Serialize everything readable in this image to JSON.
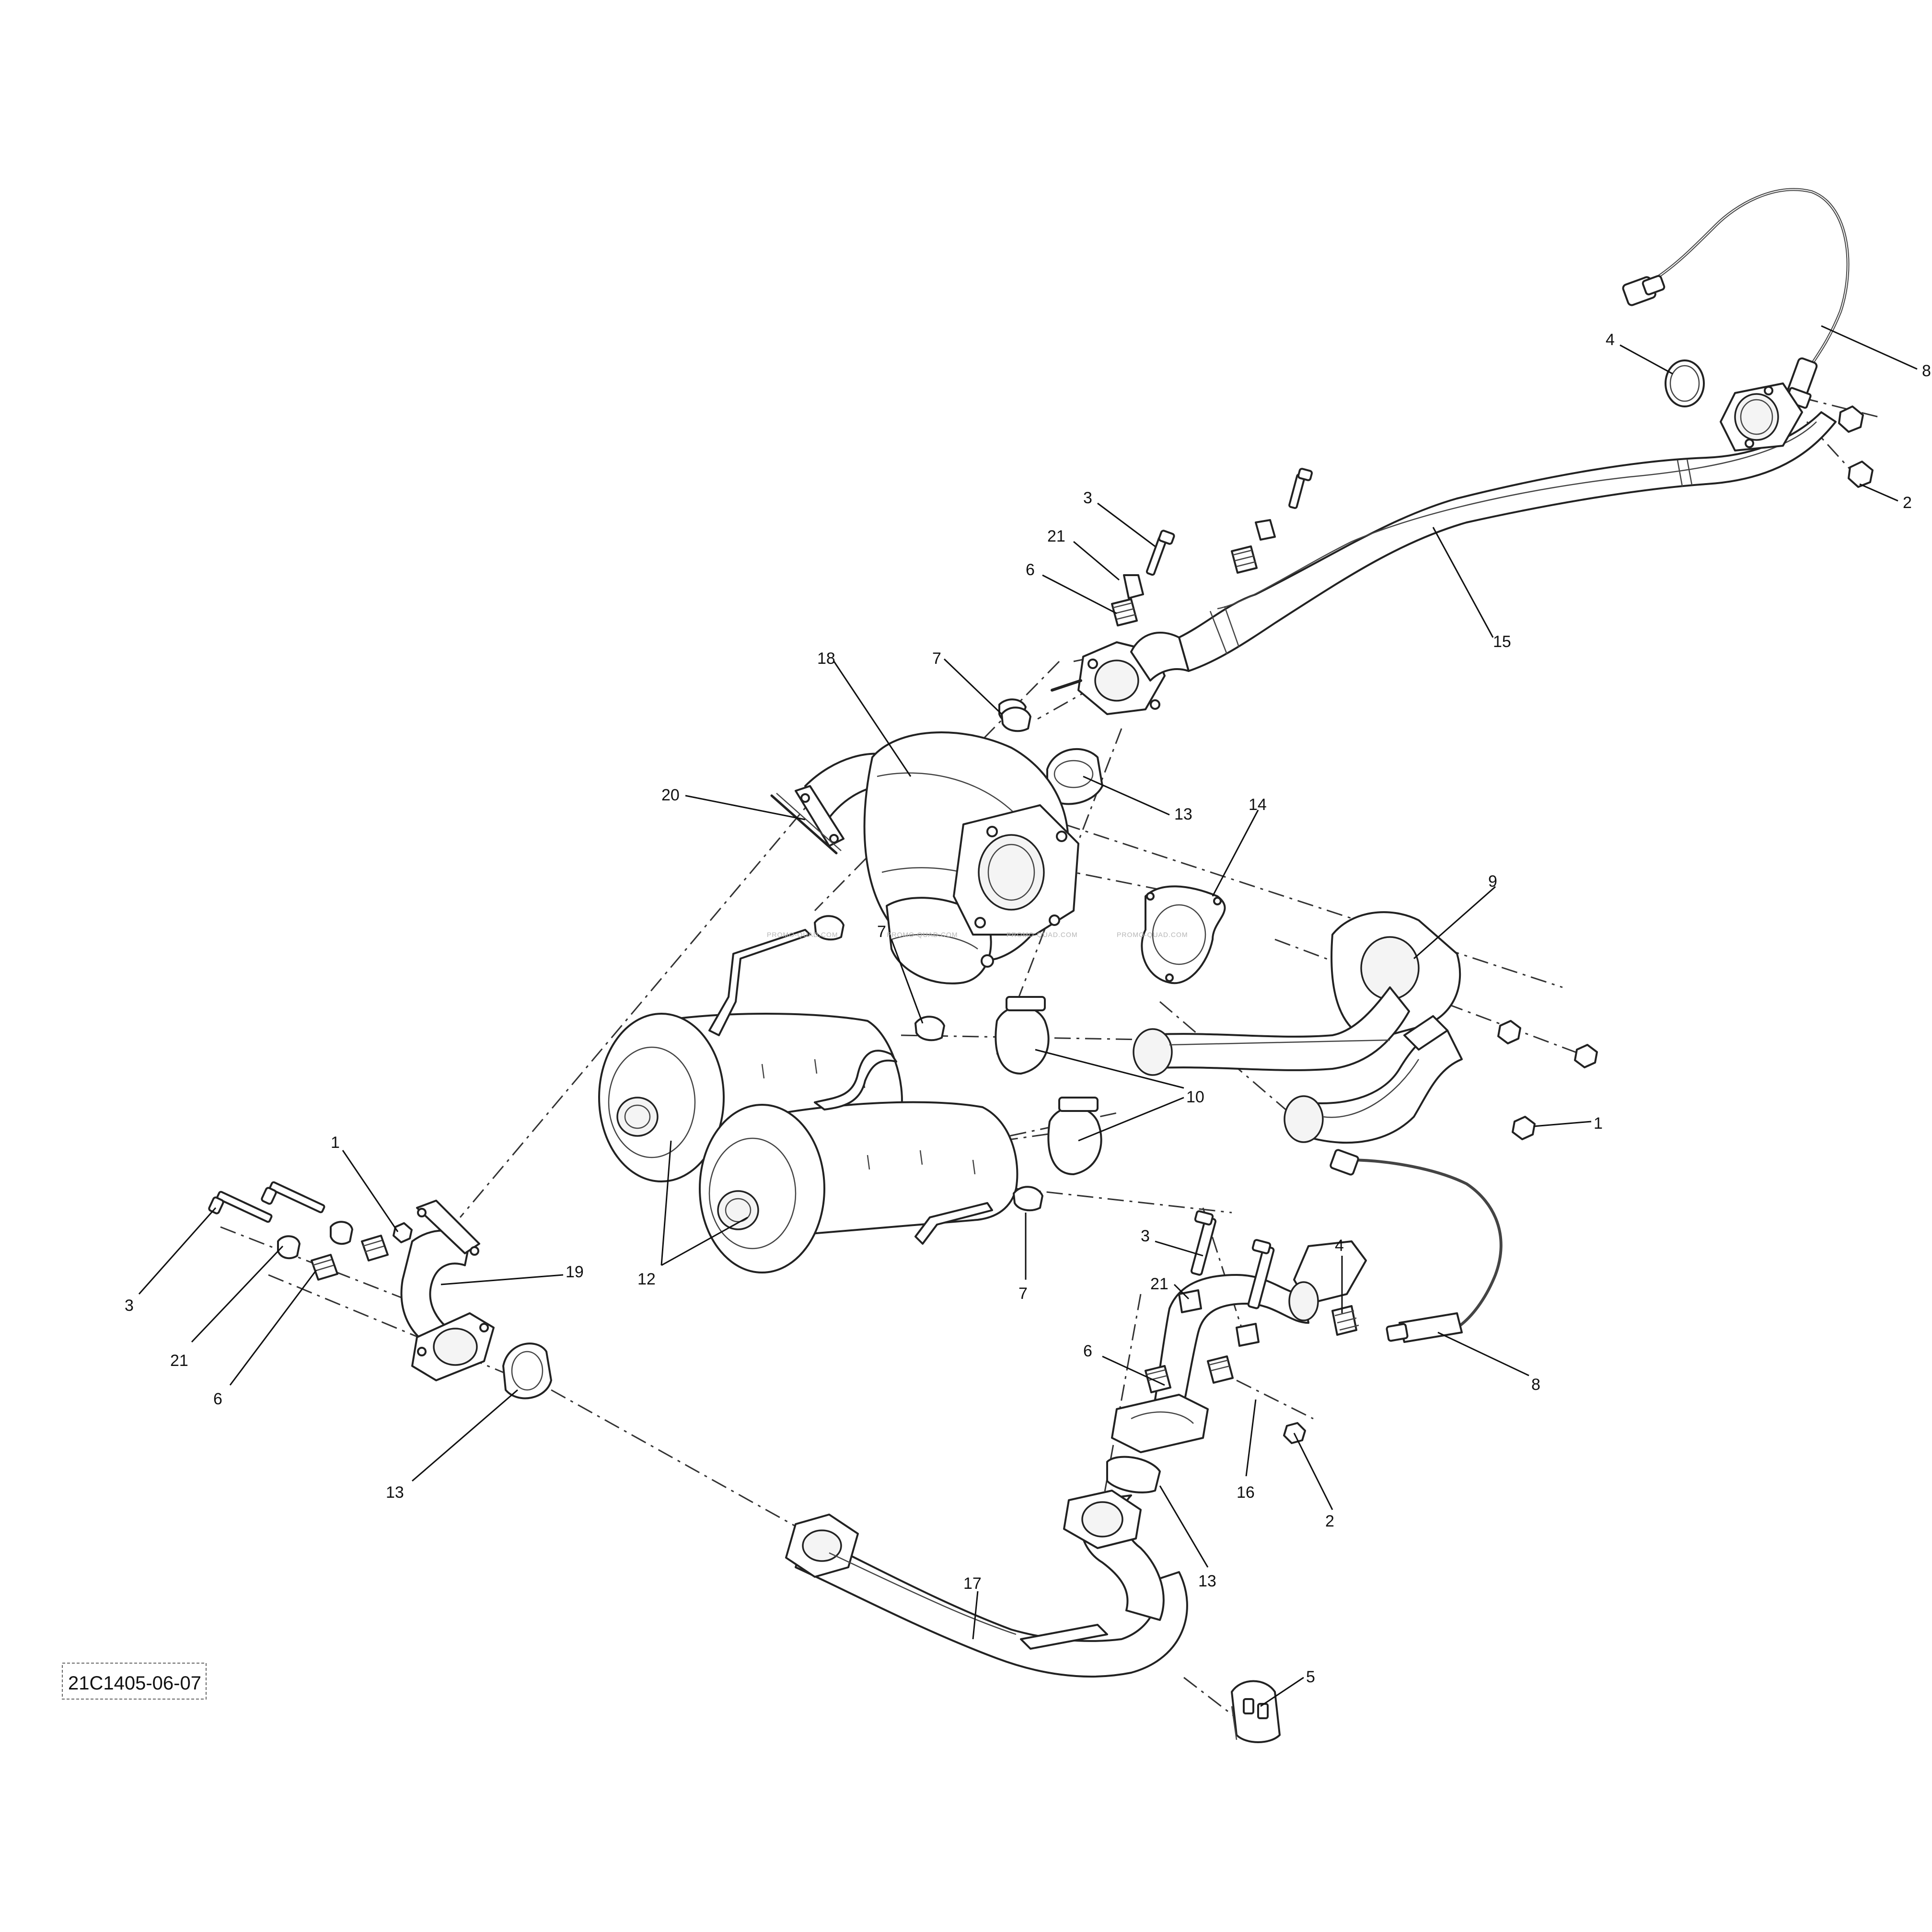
{
  "reference_code": "21C1405-06-07",
  "watermark_text": "PROMO-QUAD.COM",
  "colors": {
    "line": "#222222",
    "background": "#ffffff",
    "watermark": "#b5b5b5"
  },
  "callouts": [
    "1",
    "1",
    "2",
    "2",
    "3",
    "3",
    "3",
    "4",
    "4",
    "5",
    "6",
    "6",
    "6",
    "7",
    "7",
    "7",
    "8",
    "8",
    "9",
    "10",
    "12",
    "12",
    "13",
    "13",
    "13",
    "14",
    "15",
    "16",
    "17",
    "18",
    "19",
    "20",
    "21",
    "21",
    "21"
  ]
}
